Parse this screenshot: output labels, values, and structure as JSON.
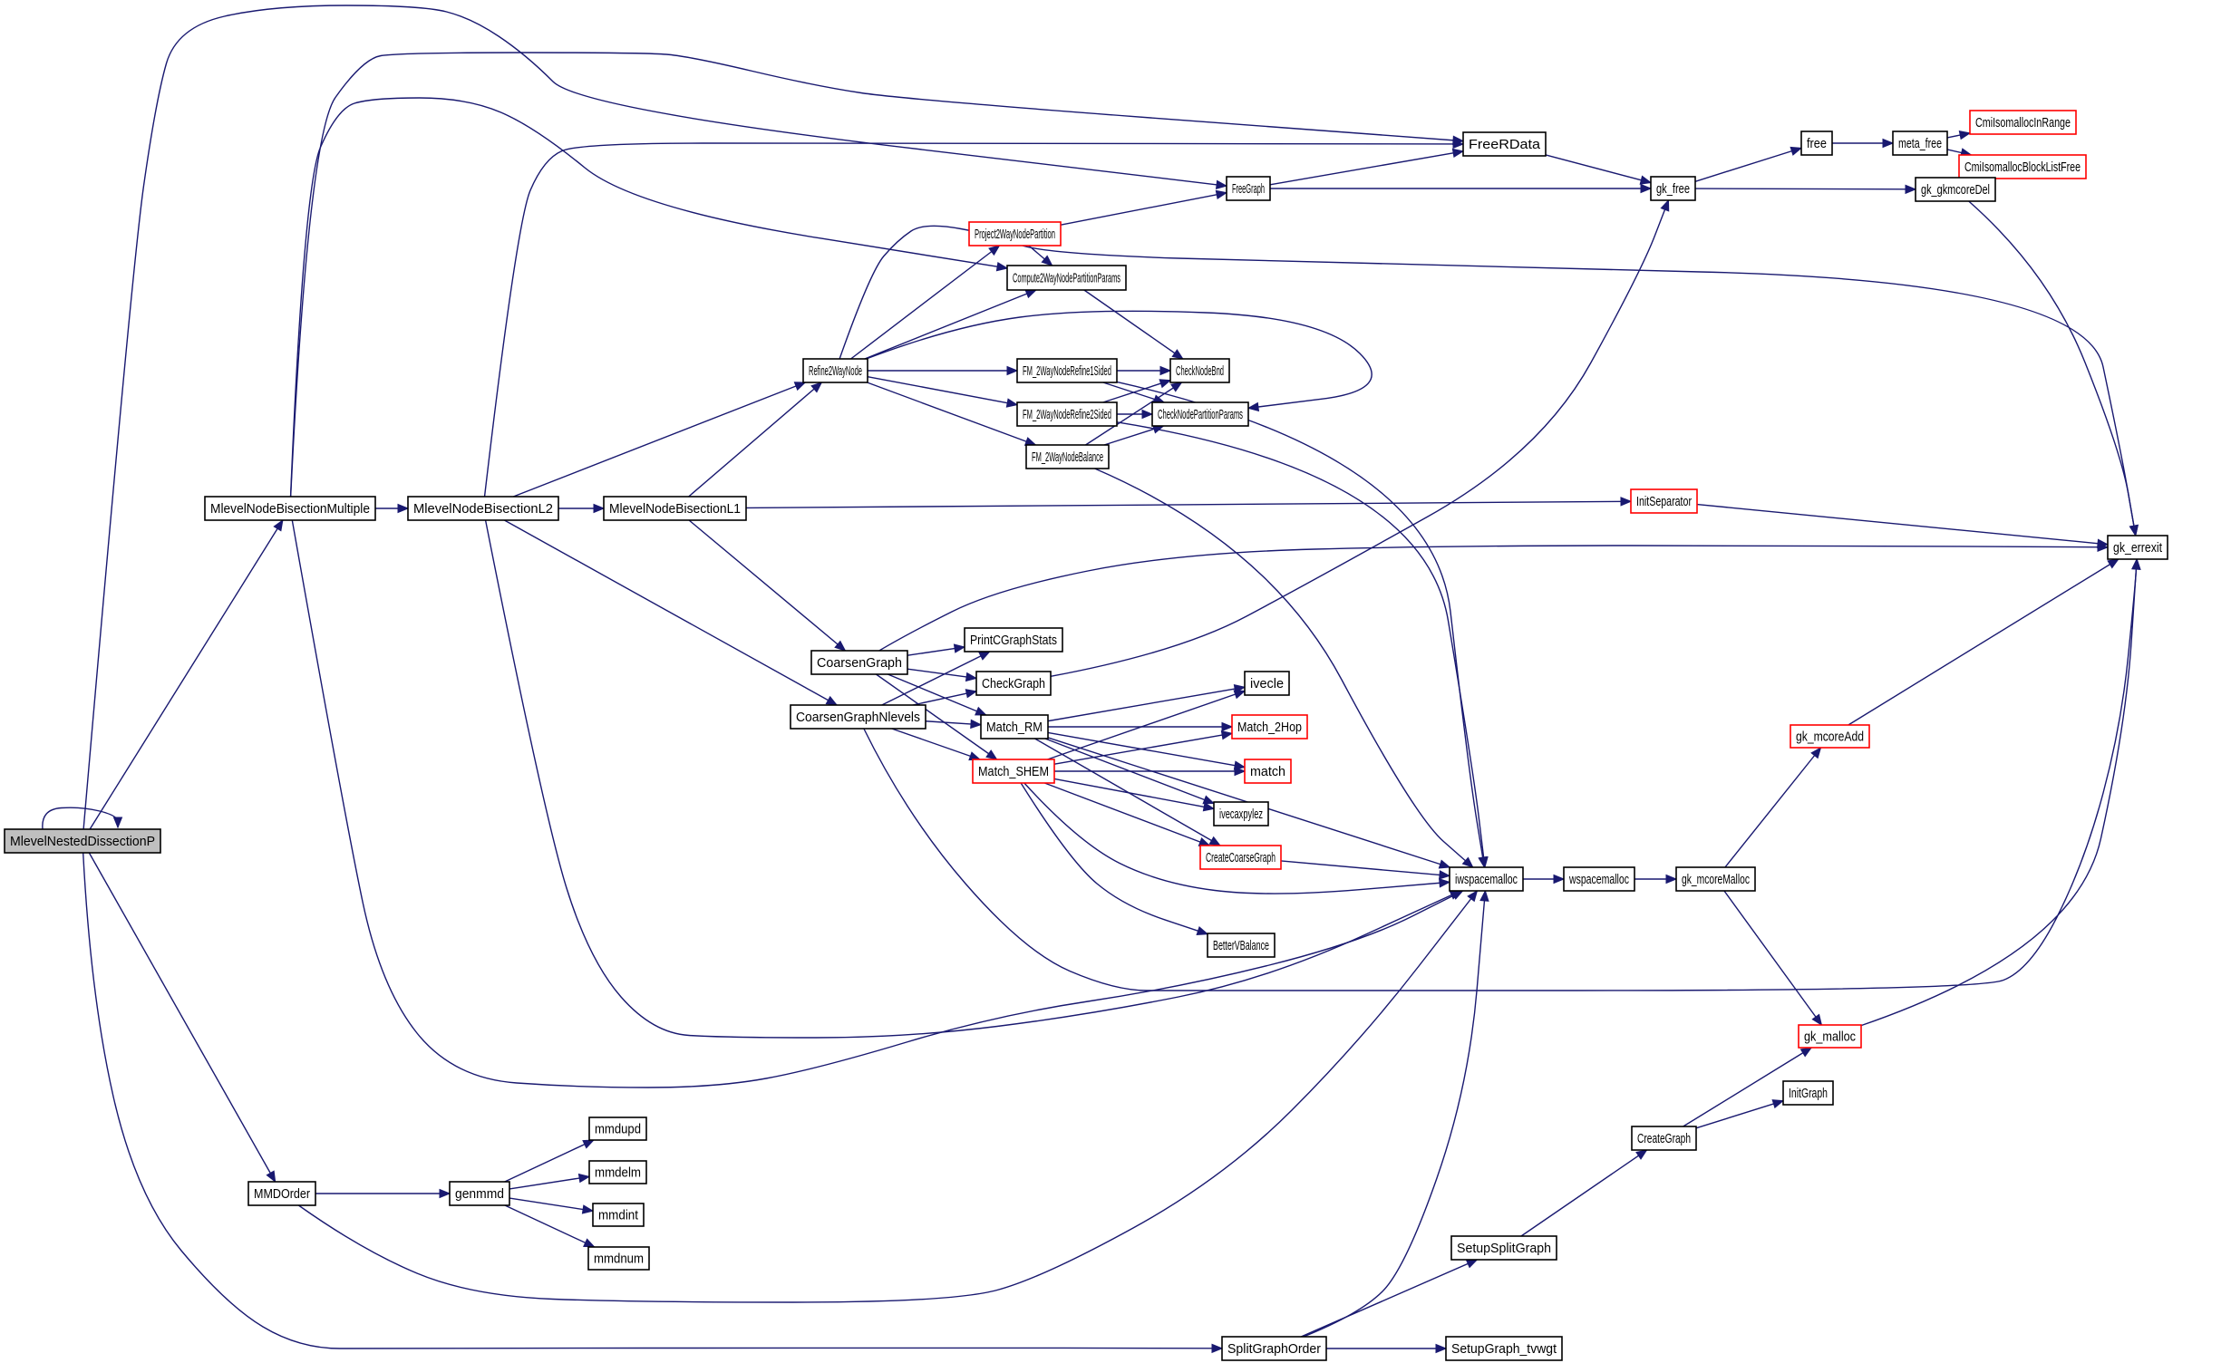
{
  "diagram": {
    "type": "call-graph",
    "root": "MlevelNestedDissectionP",
    "colors": {
      "edge": "#191970",
      "node_border": "#000000",
      "truncated_node_border": "#ff0000",
      "root_fill": "#bfbfbf",
      "node_fill": "#ffffff"
    },
    "nodes": [
      {
        "id": "MlevelNestedDissectionP",
        "label": "MlevelNestedDissectionP",
        "root": true,
        "truncated": false
      },
      {
        "id": "MlevelNodeBisectionMultiple",
        "label": "MlevelNodeBisectionMultiple",
        "truncated": false
      },
      {
        "id": "MlevelNodeBisectionL2",
        "label": "MlevelNodeBisectionL2",
        "truncated": false
      },
      {
        "id": "MlevelNodeBisectionL1",
        "label": "MlevelNodeBisectionL1",
        "truncated": false
      },
      {
        "id": "MMDOrder",
        "label": "MMDOrder",
        "truncated": false
      },
      {
        "id": "genmmd",
        "label": "genmmd",
        "truncated": false
      },
      {
        "id": "mmdupd",
        "label": "mmdupd",
        "truncated": false
      },
      {
        "id": "mmdelm",
        "label": "mmdelm",
        "truncated": false
      },
      {
        "id": "mmdint",
        "label": "mmdint",
        "truncated": false
      },
      {
        "id": "mmdnum",
        "label": "mmdnum",
        "truncated": false
      },
      {
        "id": "Refine2WayNode",
        "label": "Refine2WayNode",
        "truncated": false
      },
      {
        "id": "CoarsenGraph",
        "label": "CoarsenGraph",
        "truncated": false
      },
      {
        "id": "CoarsenGraphNlevels",
        "label": "CoarsenGraphNlevels",
        "truncated": false
      },
      {
        "id": "Project2WayNodePartition",
        "label": "Project2WayNodePartition",
        "truncated": true
      },
      {
        "id": "FreeGraph",
        "label": "FreeGraph",
        "truncated": false
      },
      {
        "id": "FreeRData",
        "label": "FreeRData",
        "truncated": false
      },
      {
        "id": "Compute2WayNodePartitionParams",
        "label": "Compute2WayNodePartitionParams",
        "truncated": false
      },
      {
        "id": "FM_2WayNodeRefine1Sided",
        "label": "FM_2WayNodeRefine1Sided",
        "truncated": false
      },
      {
        "id": "FM_2WayNodeRefine2Sided",
        "label": "FM_2WayNodeRefine2Sided",
        "truncated": false
      },
      {
        "id": "FM_2WayNodeBalance",
        "label": "FM_2WayNodeBalance",
        "truncated": false
      },
      {
        "id": "CheckNodeBnd",
        "label": "CheckNodeBnd",
        "truncated": false
      },
      {
        "id": "CheckNodePartitionParams",
        "label": "CheckNodePartitionParams",
        "truncated": false
      },
      {
        "id": "PrintCGraphStats",
        "label": "PrintCGraphStats",
        "truncated": false
      },
      {
        "id": "CheckGraph",
        "label": "CheckGraph",
        "truncated": false
      },
      {
        "id": "Match_RM",
        "label": "Match_RM",
        "truncated": false
      },
      {
        "id": "Match_SHEM",
        "label": "Match_SHEM",
        "truncated": true
      },
      {
        "id": "ivecle",
        "label": "ivecle",
        "truncated": false
      },
      {
        "id": "Match_2Hop",
        "label": "Match_2Hop",
        "truncated": true
      },
      {
        "id": "match",
        "label": "match",
        "truncated": true
      },
      {
        "id": "ivecaxpylez",
        "label": "ivecaxpylez",
        "truncated": false
      },
      {
        "id": "CreateCoarseGraph",
        "label": "CreateCoarseGraph",
        "truncated": true
      },
      {
        "id": "BetterVBalance",
        "label": "BetterVBalance",
        "truncated": false
      },
      {
        "id": "iwspacemalloc",
        "label": "iwspacemalloc",
        "truncated": false
      },
      {
        "id": "wspacemalloc",
        "label": "wspacemalloc",
        "truncated": false
      },
      {
        "id": "gk_mcoreMalloc",
        "label": "gk_mcoreMalloc",
        "truncated": false
      },
      {
        "id": "gk_mcoreAdd",
        "label": "gk_mcoreAdd",
        "truncated": true
      },
      {
        "id": "gk_malloc",
        "label": "gk_malloc",
        "truncated": true
      },
      {
        "id": "InitSeparator",
        "label": "InitSeparator",
        "truncated": true
      },
      {
        "id": "gk_errexit",
        "label": "gk_errexit",
        "truncated": false
      },
      {
        "id": "gk_free",
        "label": "gk_free",
        "truncated": false
      },
      {
        "id": "free",
        "label": "free",
        "truncated": false
      },
      {
        "id": "meta_free",
        "label": "meta_free",
        "truncated": false
      },
      {
        "id": "CmiIsomallocInRange",
        "label": "CmiIsomallocInRange",
        "truncated": true
      },
      {
        "id": "CmiIsomallocBlockListFree",
        "label": "CmiIsomallocBlockListFree",
        "truncated": true
      },
      {
        "id": "gk_gkmcoreDel",
        "label": "gk_gkmcoreDel",
        "truncated": false
      },
      {
        "id": "CreateGraph",
        "label": "CreateGraph",
        "truncated": false
      },
      {
        "id": "InitGraph",
        "label": "InitGraph",
        "truncated": false
      },
      {
        "id": "SetupSplitGraph",
        "label": "SetupSplitGraph",
        "truncated": false
      },
      {
        "id": "SplitGraphOrder",
        "label": "SplitGraphOrder",
        "truncated": false
      },
      {
        "id": "SetupGraph_tvwgt",
        "label": "SetupGraph_tvwgt",
        "truncated": false
      }
    ],
    "edges": [
      [
        "MlevelNestedDissectionP",
        "MlevelNestedDissectionP"
      ],
      [
        "MlevelNestedDissectionP",
        "MlevelNodeBisectionMultiple"
      ],
      [
        "MlevelNestedDissectionP",
        "FreeGraph"
      ],
      [
        "MlevelNestedDissectionP",
        "MMDOrder"
      ],
      [
        "MlevelNestedDissectionP",
        "SplitGraphOrder"
      ],
      [
        "MlevelNodeBisectionMultiple",
        "MlevelNodeBisectionL2"
      ],
      [
        "MlevelNodeBisectionMultiple",
        "FreeRData"
      ],
      [
        "MlevelNodeBisectionMultiple",
        "Compute2WayNodePartitionParams"
      ],
      [
        "MlevelNodeBisectionMultiple",
        "iwspacemalloc"
      ],
      [
        "MlevelNodeBisectionL2",
        "MlevelNodeBisectionL1"
      ],
      [
        "MlevelNodeBisectionL2",
        "Refine2WayNode"
      ],
      [
        "MlevelNodeBisectionL2",
        "CoarsenGraphNlevels"
      ],
      [
        "MlevelNodeBisectionL2",
        "FreeRData"
      ],
      [
        "MlevelNodeBisectionL2",
        "iwspacemalloc"
      ],
      [
        "MlevelNodeBisectionL1",
        "Refine2WayNode"
      ],
      [
        "MlevelNodeBisectionL1",
        "CoarsenGraph"
      ],
      [
        "MlevelNodeBisectionL1",
        "InitSeparator"
      ],
      [
        "Refine2WayNode",
        "Project2WayNodePartition"
      ],
      [
        "Refine2WayNode",
        "Compute2WayNodePartitionParams"
      ],
      [
        "Refine2WayNode",
        "FM_2WayNodeRefine1Sided"
      ],
      [
        "Refine2WayNode",
        "FM_2WayNodeRefine2Sided"
      ],
      [
        "Refine2WayNode",
        "FM_2WayNodeBalance"
      ],
      [
        "Refine2WayNode",
        "gk_errexit"
      ],
      [
        "Refine2WayNode",
        "CheckNodePartitionParams"
      ],
      [
        "Project2WayNodePartition",
        "FreeGraph"
      ],
      [
        "Project2WayNodePartition",
        "Compute2WayNodePartitionParams"
      ],
      [
        "FreeGraph",
        "FreeRData"
      ],
      [
        "FreeGraph",
        "gk_free"
      ],
      [
        "FreeRData",
        "gk_free"
      ],
      [
        "Compute2WayNodePartitionParams",
        "CheckNodeBnd"
      ],
      [
        "FM_2WayNodeRefine1Sided",
        "CheckNodeBnd"
      ],
      [
        "FM_2WayNodeRefine1Sided",
        "CheckNodePartitionParams"
      ],
      [
        "FM_2WayNodeRefine1Sided",
        "iwspacemalloc"
      ],
      [
        "FM_2WayNodeRefine2Sided",
        "CheckNodeBnd"
      ],
      [
        "FM_2WayNodeRefine2Sided",
        "CheckNodePartitionParams"
      ],
      [
        "FM_2WayNodeRefine2Sided",
        "iwspacemalloc"
      ],
      [
        "FM_2WayNodeBalance",
        "CheckNodeBnd"
      ],
      [
        "FM_2WayNodeBalance",
        "CheckNodePartitionParams"
      ],
      [
        "FM_2WayNodeBalance",
        "iwspacemalloc"
      ],
      [
        "CoarsenGraph",
        "PrintCGraphStats"
      ],
      [
        "CoarsenGraph",
        "CheckGraph"
      ],
      [
        "CoarsenGraph",
        "Match_RM"
      ],
      [
        "CoarsenGraph",
        "Match_SHEM"
      ],
      [
        "CoarsenGraph",
        "gk_errexit"
      ],
      [
        "CoarsenGraphNlevels",
        "PrintCGraphStats"
      ],
      [
        "CoarsenGraphNlevels",
        "CheckGraph"
      ],
      [
        "CoarsenGraphNlevels",
        "Match_RM"
      ],
      [
        "CoarsenGraphNlevels",
        "Match_SHEM"
      ],
      [
        "CoarsenGraphNlevels",
        "gk_errexit"
      ],
      [
        "CheckGraph",
        "gk_free"
      ],
      [
        "Match_RM",
        "ivecle"
      ],
      [
        "Match_RM",
        "Match_2Hop"
      ],
      [
        "Match_RM",
        "match"
      ],
      [
        "Match_RM",
        "ivecaxpylez"
      ],
      [
        "Match_RM",
        "CreateCoarseGraph"
      ],
      [
        "Match_RM",
        "iwspacemalloc"
      ],
      [
        "Match_SHEM",
        "ivecle"
      ],
      [
        "Match_SHEM",
        "Match_2Hop"
      ],
      [
        "Match_SHEM",
        "match"
      ],
      [
        "Match_SHEM",
        "ivecaxpylez"
      ],
      [
        "Match_SHEM",
        "CreateCoarseGraph"
      ],
      [
        "Match_SHEM",
        "BetterVBalance"
      ],
      [
        "Match_SHEM",
        "iwspacemalloc"
      ],
      [
        "CreateCoarseGraph",
        "iwspacemalloc"
      ],
      [
        "iwspacemalloc",
        "wspacemalloc"
      ],
      [
        "wspacemalloc",
        "gk_mcoreMalloc"
      ],
      [
        "gk_mcoreMalloc",
        "gk_mcoreAdd"
      ],
      [
        "gk_mcoreMalloc",
        "gk_malloc"
      ],
      [
        "gk_mcoreAdd",
        "gk_errexit"
      ],
      [
        "gk_malloc",
        "gk_errexit"
      ],
      [
        "InitSeparator",
        "gk_errexit"
      ],
      [
        "gk_free",
        "free"
      ],
      [
        "gk_free",
        "gk_gkmcoreDel"
      ],
      [
        "free",
        "meta_free"
      ],
      [
        "meta_free",
        "CmiIsomallocInRange"
      ],
      [
        "meta_free",
        "CmiIsomallocBlockListFree"
      ],
      [
        "gk_gkmcoreDel",
        "gk_errexit"
      ],
      [
        "MMDOrder",
        "genmmd"
      ],
      [
        "MMDOrder",
        "iwspacemalloc"
      ],
      [
        "genmmd",
        "mmdupd"
      ],
      [
        "genmmd",
        "mmdelm"
      ],
      [
        "genmmd",
        "mmdint"
      ],
      [
        "genmmd",
        "mmdnum"
      ],
      [
        "SplitGraphOrder",
        "SetupSplitGraph"
      ],
      [
        "SplitGraphOrder",
        "SetupGraph_tvwgt"
      ],
      [
        "SplitGraphOrder",
        "iwspacemalloc"
      ],
      [
        "SetupSplitGraph",
        "CreateGraph"
      ],
      [
        "CreateGraph",
        "InitGraph"
      ],
      [
        "CreateGraph",
        "gk_malloc"
      ]
    ]
  }
}
